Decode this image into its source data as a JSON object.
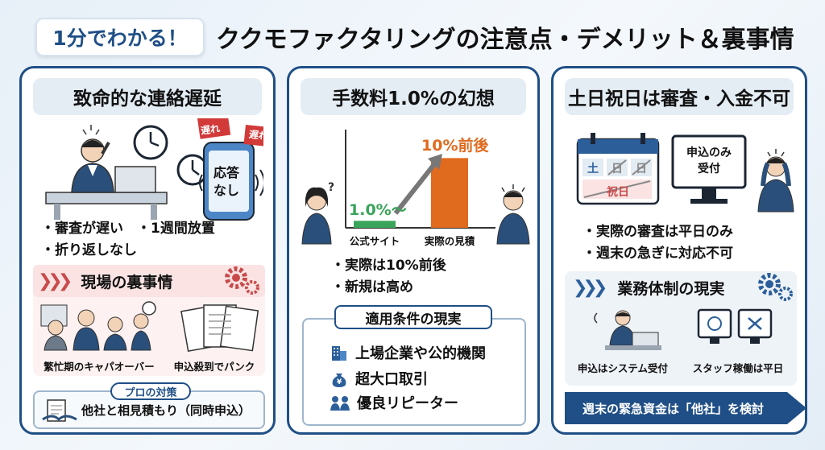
{
  "header": {
    "badge": "1分でわかる！",
    "title": "ククモファクタリングの注意点・デメリット＆裏事情"
  },
  "panel1": {
    "title": "致命的な連絡遅延",
    "tag1": "遅れ",
    "tag2": "遅れ",
    "phone_text_1": "応答",
    "phone_text_2": "なし",
    "bullets": [
      "・審査が遅い　・1週間放置",
      "・折り返しなし"
    ],
    "sub_title": "現場の裏事情",
    "cap1": "繁忙期のキャパオーバー",
    "cap2": "申込殺到でパンク",
    "pro_label": "プロの対策",
    "pro_text": "他社と相見積もり（同時申込）"
  },
  "panel2": {
    "title": "手数料1.0%の幻想",
    "bullets": [
      "・実際は10%前後",
      "・新規は高め"
    ],
    "cond_label": "適用条件の現実",
    "cond_items": [
      "上場企業や公的機関",
      "超大口取引",
      "優良リピーター"
    ]
  },
  "panel3": {
    "title": "土日祝日は審査・入金不可",
    "cal_sat": "土",
    "cal_sun": "日",
    "cal_hol": "日",
    "cal_shuku": "祝日",
    "monitor_text_1": "申込のみ",
    "monitor_text_2": "受付",
    "bullets": [
      "・実際の審査は平日のみ",
      "・週末の急ぎに対応不可"
    ],
    "sub_title": "業務体制の現実",
    "cap1": "申込はシステム受付",
    "cap2": "スタッフ稼働は平日",
    "banner": "週末の緊急資金は「他社」を検討"
  },
  "chart_data": {
    "type": "bar",
    "categories": [
      "公式サイト",
      "実際の見積"
    ],
    "values": [
      1.0,
      10
    ],
    "data_labels": [
      "1.0%～",
      "10%前後"
    ],
    "colors": [
      "#3aa55a",
      "#e06a1e"
    ],
    "ylim": [
      0,
      12
    ]
  },
  "colors": {
    "navy": "#1f4f86",
    "red_chevron": "#c94a4a",
    "orange": "#e06a1e",
    "green": "#3aa55a"
  }
}
